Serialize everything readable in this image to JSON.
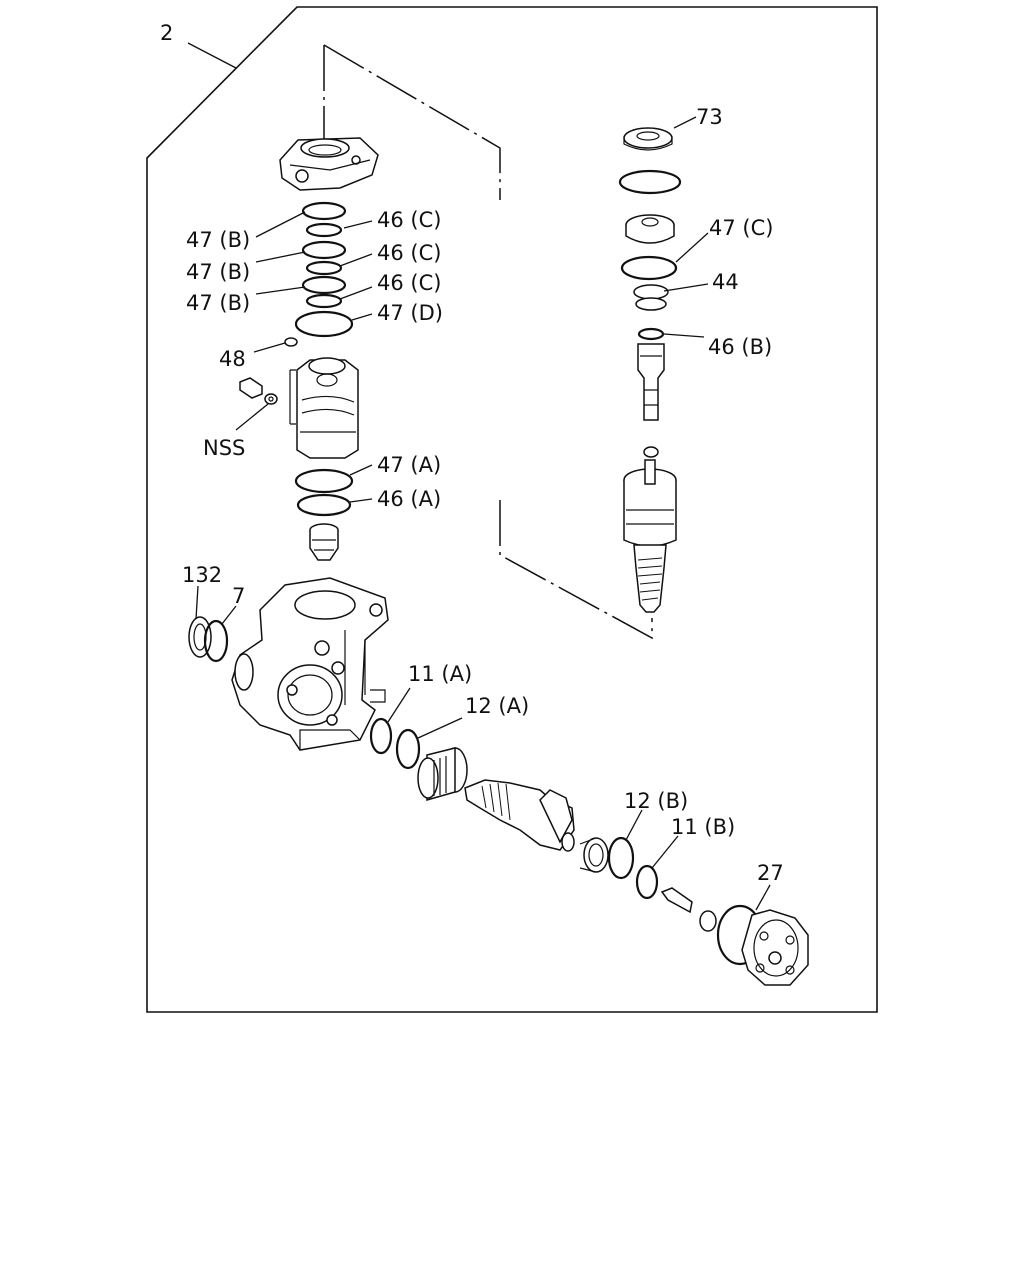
{
  "assembly_ref": "2",
  "callouts": [
    {
      "id": "73",
      "text": "73"
    },
    {
      "id": "47c-right",
      "text": "47 (C)"
    },
    {
      "id": "44",
      "text": "44"
    },
    {
      "id": "46b",
      "text": "46 (B)"
    },
    {
      "id": "47b-1",
      "text": "47 (B)"
    },
    {
      "id": "46c-1",
      "text": "46 (C)"
    },
    {
      "id": "47b-2",
      "text": "47 (B)"
    },
    {
      "id": "46c-2",
      "text": "46 (C)"
    },
    {
      "id": "47b-3",
      "text": "47 (B)"
    },
    {
      "id": "46c-3",
      "text": "46 (C)"
    },
    {
      "id": "47d",
      "text": "47 (D)"
    },
    {
      "id": "48",
      "text": "48"
    },
    {
      "id": "nss",
      "text": "NSS"
    },
    {
      "id": "47a",
      "text": "47 (A)"
    },
    {
      "id": "46a",
      "text": "46 (A)"
    },
    {
      "id": "132",
      "text": "132"
    },
    {
      "id": "7",
      "text": "7"
    },
    {
      "id": "11a",
      "text": "11 (A)"
    },
    {
      "id": "12a",
      "text": "12 (A)"
    },
    {
      "id": "12b",
      "text": "12 (B)"
    },
    {
      "id": "11b",
      "text": "11 (B)"
    },
    {
      "id": "27",
      "text": "27"
    }
  ]
}
